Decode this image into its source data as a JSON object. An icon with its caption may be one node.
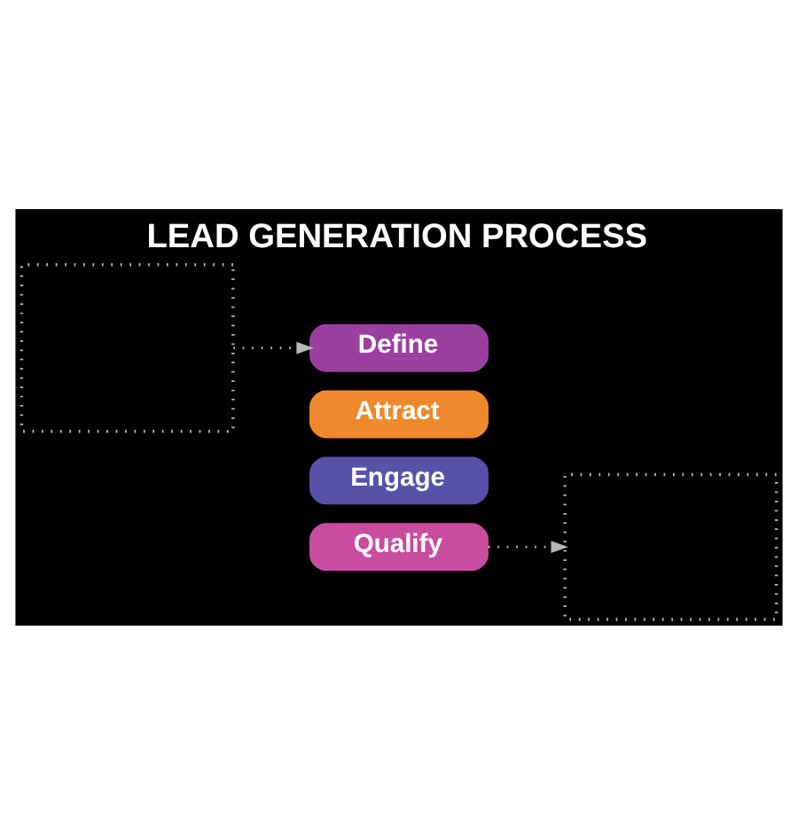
{
  "diagram": {
    "title": "LEAD GENERATION PROCESS",
    "nodes": [
      {
        "text": [],
        "shape": "box"
      },
      {
        "text": [
          "Define"
        ]
      },
      {
        "text": [
          "Attract"
        ]
      },
      {
        "text": [
          "Engage"
        ]
      },
      {
        "text": [
          "Qualify"
        ]
      },
      {
        "text": [],
        "shape": "box"
      }
    ],
    "edges": [
      {
        "from": 0,
        "to": 1,
        "arrow": "to",
        "style": "dashed"
      },
      {
        "from": 4,
        "to": 5,
        "arrow": "to",
        "style": "dashed"
      }
    ]
  }
}
